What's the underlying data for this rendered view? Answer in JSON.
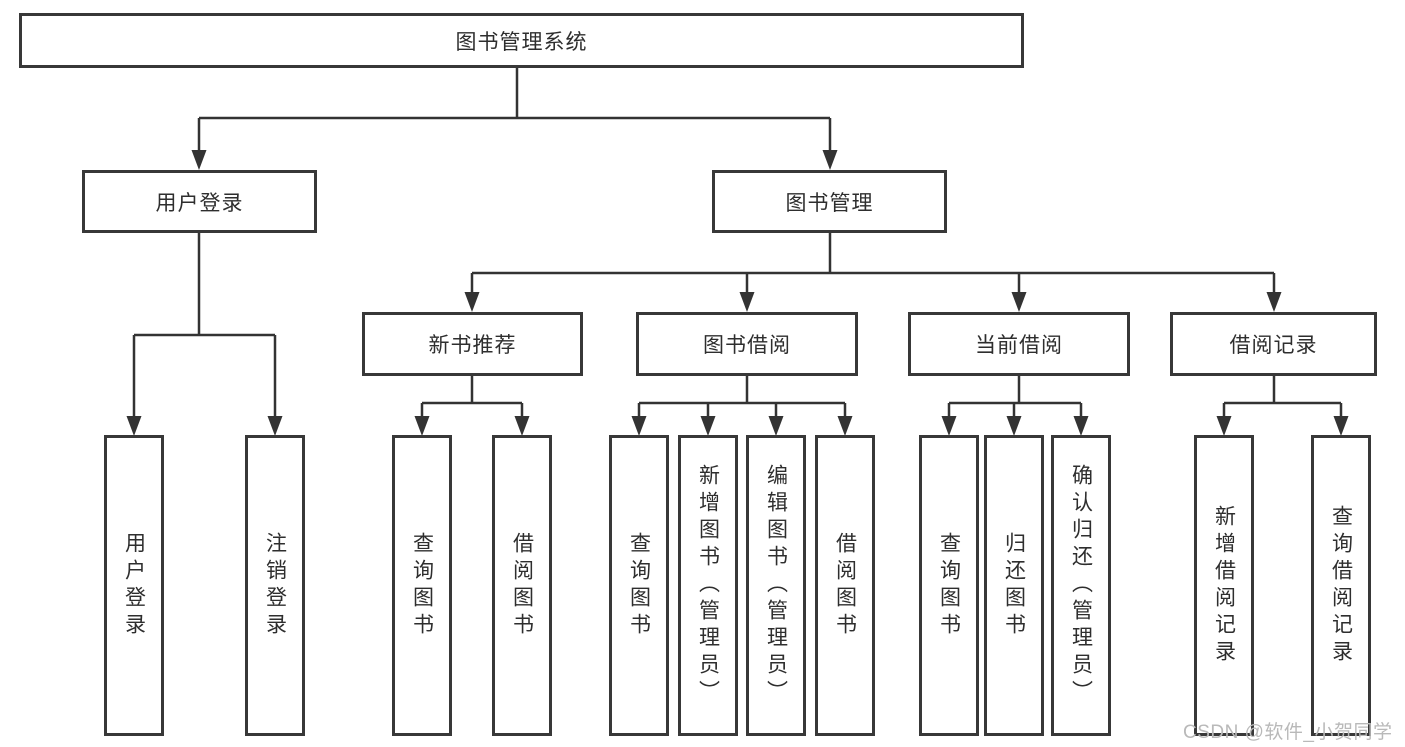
{
  "diagram": {
    "root": {
      "label": "图书管理系统",
      "children": [
        {
          "label": "用户登录",
          "children": [
            {
              "label": "用户登录"
            },
            {
              "label": "注销登录"
            }
          ]
        },
        {
          "label": "图书管理",
          "children": [
            {
              "label": "新书推荐",
              "children": [
                {
                  "label": "查询图书"
                },
                {
                  "label": "借阅图书"
                }
              ]
            },
            {
              "label": "图书借阅",
              "children": [
                {
                  "label": "查询图书"
                },
                {
                  "label": "新增图书（管理员）"
                },
                {
                  "label": "编辑图书（管理员）"
                },
                {
                  "label": "借阅图书"
                }
              ]
            },
            {
              "label": "当前借阅",
              "children": [
                {
                  "label": "查询图书"
                },
                {
                  "label": "归还图书"
                },
                {
                  "label": "确认归还（管理员）"
                }
              ]
            },
            {
              "label": "借阅记录",
              "children": [
                {
                  "label": "新增借阅记录"
                },
                {
                  "label": "查询借阅记录"
                }
              ]
            }
          ]
        }
      ]
    }
  },
  "watermark": {
    "text": "CSDN @软件_小贺同学"
  },
  "colors": {
    "line": "#333333",
    "border": "#383838",
    "text": "#2e2e2e",
    "watermark": "#b9b9b9",
    "background": "#ffffff"
  }
}
